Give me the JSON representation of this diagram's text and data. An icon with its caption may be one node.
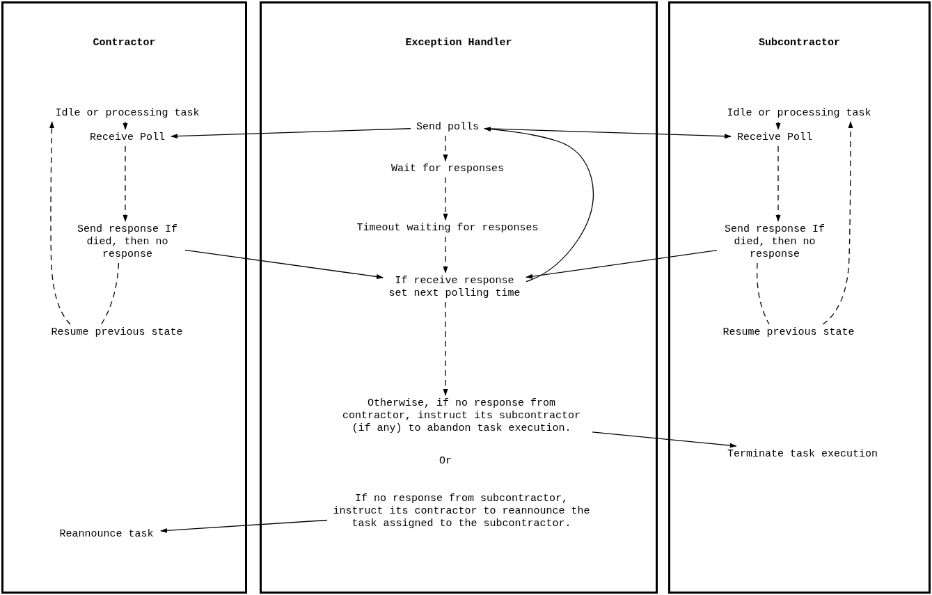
{
  "diagram": {
    "nodes": [
      {
        "text": [
          "Contractor"
        ]
      },
      {
        "text": [
          "Idle or processing task"
        ],
        "in": 0
      },
      {
        "text": [
          "Receive Poll"
        ],
        "in": 0
      },
      {
        "text": [
          "Send response If died, then no response"
        ],
        "in": 0
      },
      {
        "text": [
          "Resume previous state"
        ],
        "in": 0
      },
      {
        "text": [
          "Reannounce task"
        ],
        "in": 0
      },
      {
        "text": [
          "Exception Handler"
        ]
      },
      {
        "text": [
          "Send polls"
        ],
        "in": 6
      },
      {
        "text": [
          "Wait for responses"
        ],
        "in": 6
      },
      {
        "text": [
          "Timeout waiting for responses"
        ],
        "in": 6
      },
      {
        "text": [
          "If receive response set next polling time"
        ],
        "in": 6
      },
      {
        "text": [
          "Otherwise, if no response from contractor, instruct its subcontractor (if any) to abandon task execution."
        ],
        "in": 6
      },
      {
        "text": [
          "If no response from subcontractor, instruct its contractor to reannounce the task assigned to the subcontractor."
        ],
        "in": 6
      },
      {
        "text": [
          "Subcontractor"
        ]
      },
      {
        "text": [
          "Idle or processing task"
        ],
        "in": 13
      },
      {
        "text": [
          "Receive Poll"
        ],
        "in": 13
      },
      {
        "text": [
          "Send response If died, then no response"
        ],
        "in": 13
      },
      {
        "text": [
          "Resume previous state"
        ],
        "in": 13
      },
      {
        "text": [
          "Terminate task execution"
        ],
        "in": 13
      }
    ],
    "edges": [
      {
        "from": 1,
        "to": 2,
        "arrow": "to",
        "style": "dashed"
      },
      {
        "from": 2,
        "to": 3,
        "arrow": "to",
        "style": "dashed"
      },
      {
        "from": 3,
        "to": 4,
        "arrow": "none",
        "style": "dashed"
      },
      {
        "from": 4,
        "to": 1,
        "arrow": "to",
        "style": "dashed"
      },
      {
        "from": 7,
        "to": 2,
        "arrow": "to"
      },
      {
        "from": 7,
        "to": 15,
        "arrow": "to"
      },
      {
        "from": 7,
        "to": 8,
        "arrow": "to",
        "style": "dashed"
      },
      {
        "from": 8,
        "to": 9,
        "arrow": "to",
        "style": "dashed"
      },
      {
        "from": 9,
        "to": 10,
        "arrow": "to",
        "style": "dashed"
      },
      {
        "from": 3,
        "to": 10,
        "arrow": "to"
      },
      {
        "from": 16,
        "to": 10,
        "arrow": "to"
      },
      {
        "from": 10,
        "to": 7,
        "arrow": "to"
      },
      {
        "from": 10,
        "to": 11,
        "arrow": "to",
        "style": "dashed"
      },
      {
        "from": 11,
        "to": 18,
        "arrow": "to"
      },
      {
        "from": 12,
        "to": 5,
        "arrow": "to"
      },
      {
        "from": 14,
        "to": 15,
        "arrow": "to",
        "style": "dashed"
      },
      {
        "from": 15,
        "to": 16,
        "arrow": "to",
        "style": "dashed"
      },
      {
        "from": 16,
        "to": 17,
        "arrow": "none",
        "style": "dashed"
      },
      {
        "from": 17,
        "to": 14,
        "arrow": "to",
        "style": "dashed"
      }
    ],
    "labels": [
      "Or"
    ]
  }
}
